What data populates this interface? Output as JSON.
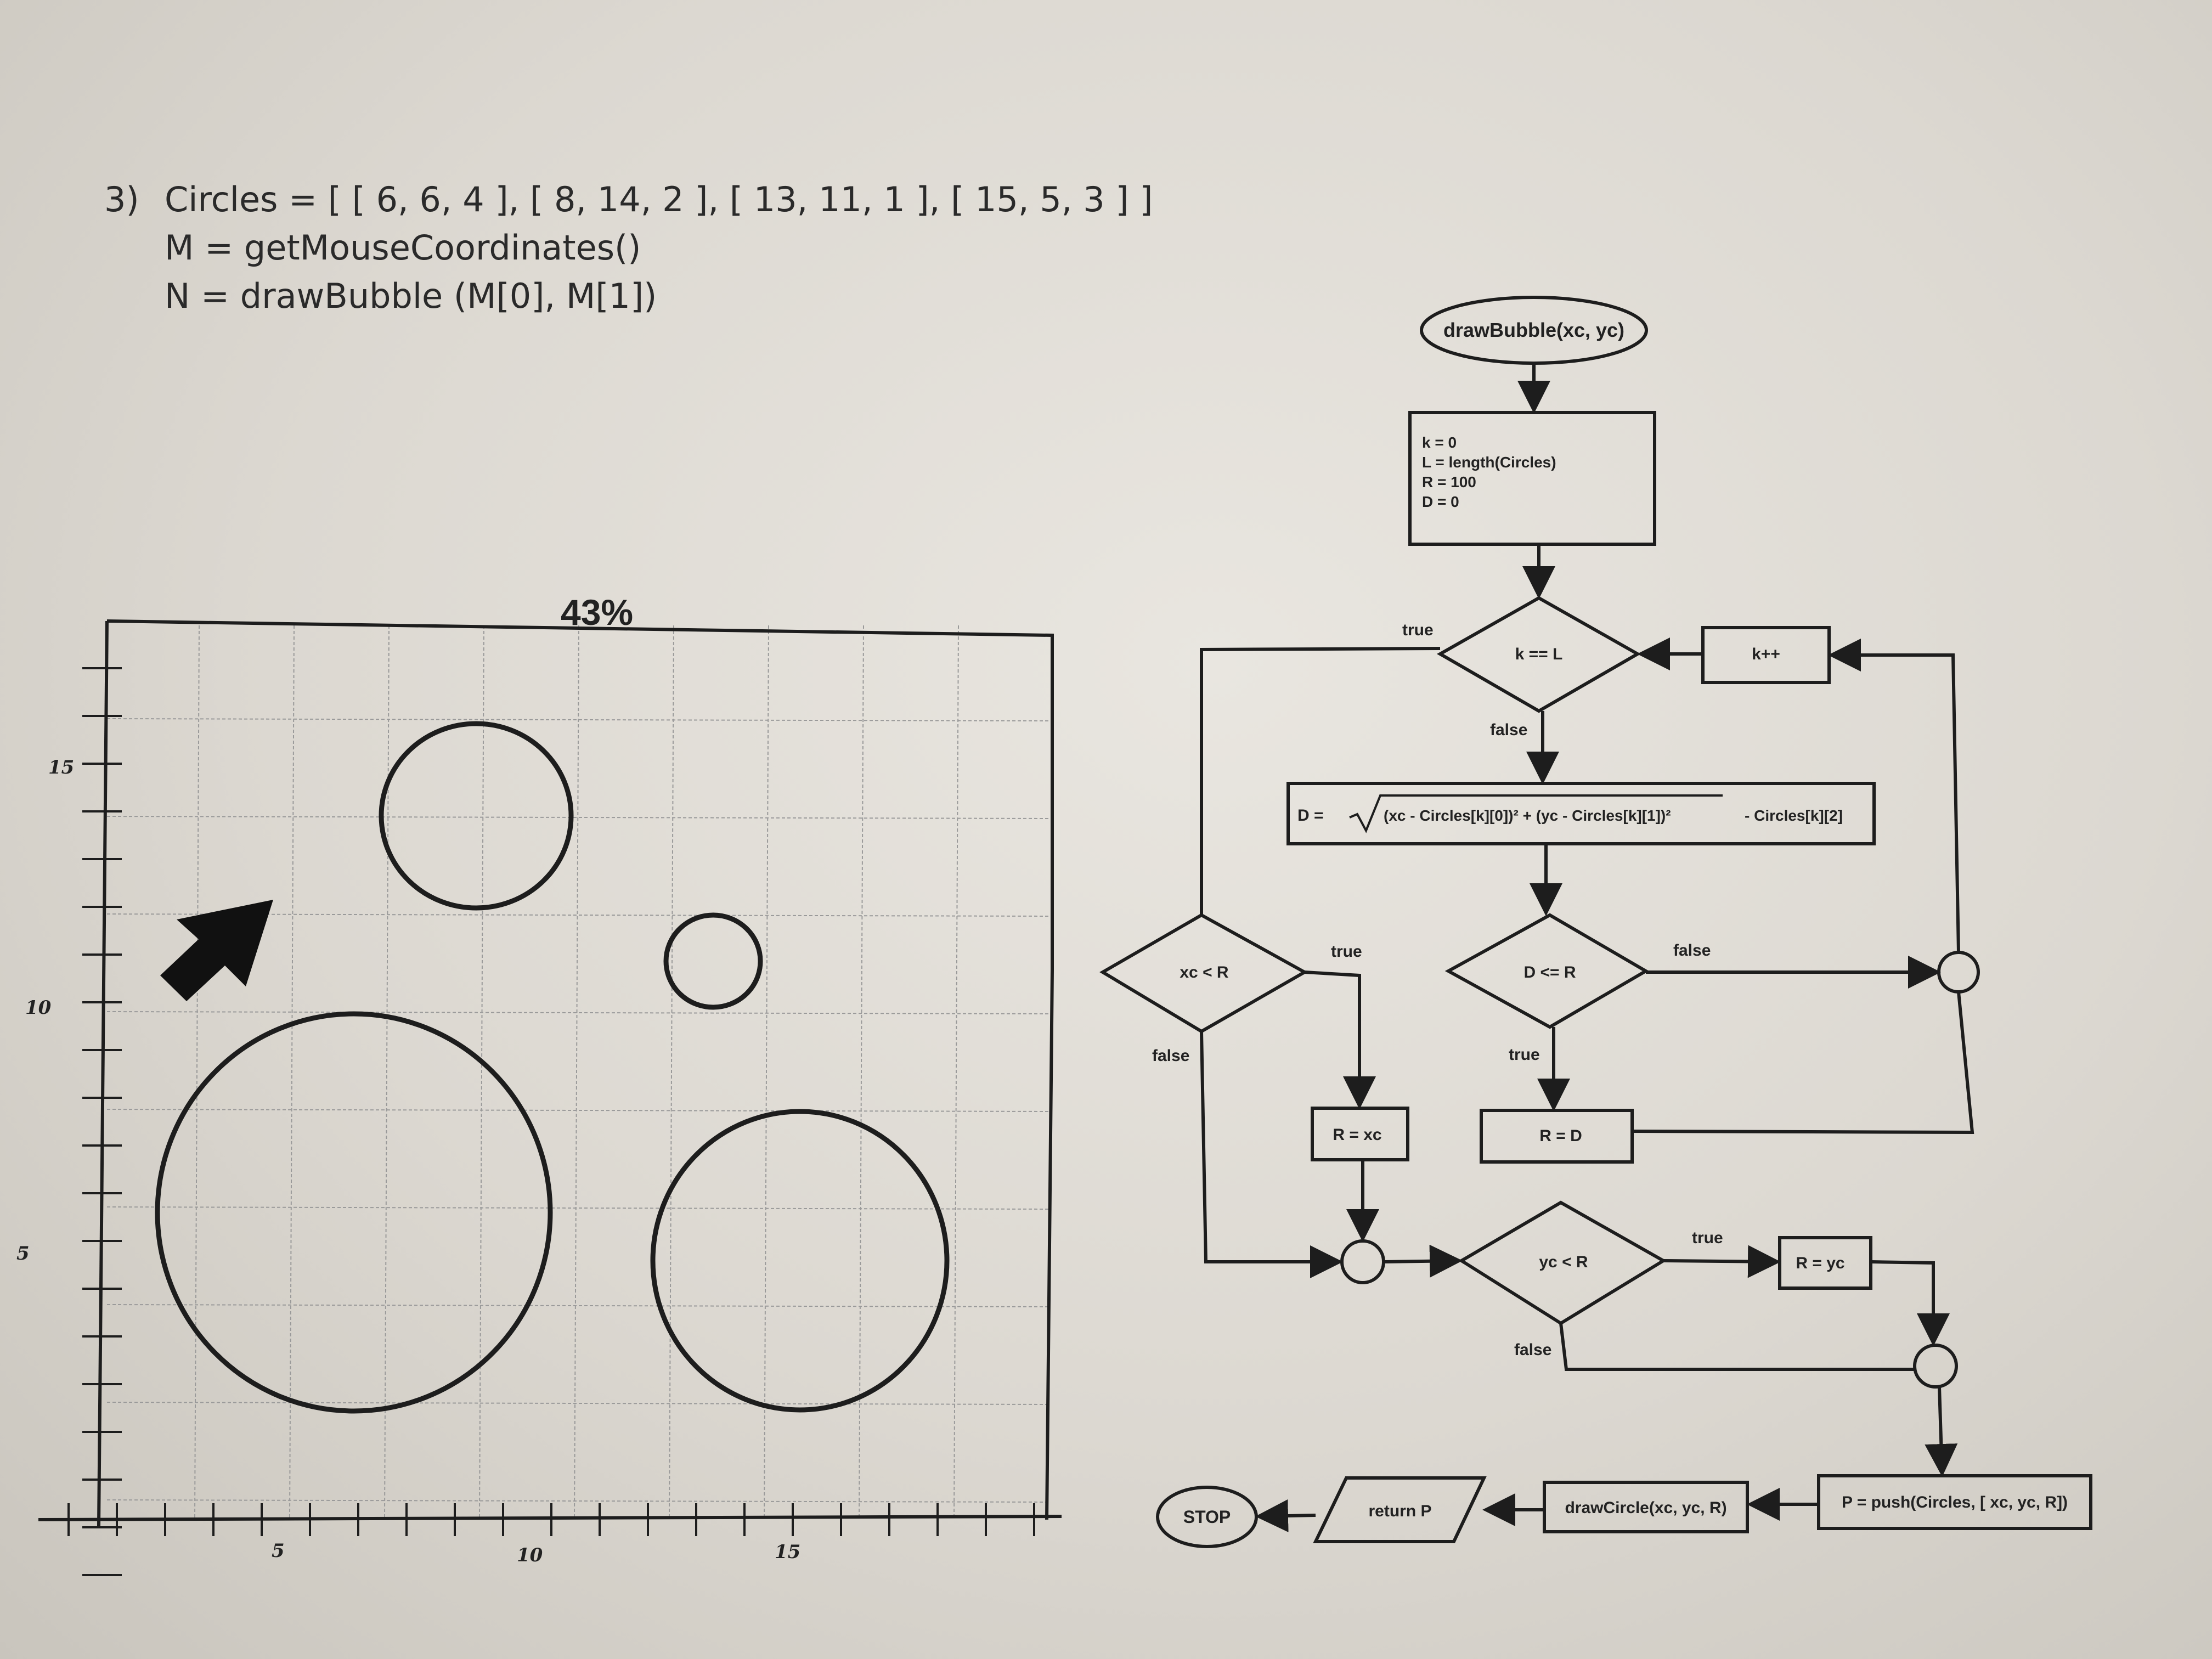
{
  "problem": {
    "number": "3)",
    "line1": "Circles = [ [ 6, 6, 4 ], [ 8, 14, 2 ], [ 13, 11, 1 ], [ 15, 5, 3 ] ]",
    "line2": "M = getMouseCoordinates()",
    "line3": "N = drawBubble (M[0], M[1])"
  },
  "plot": {
    "zoom_label": "43%",
    "y_ticks": [
      "15",
      "10",
      "5"
    ],
    "x_ticks": [
      "5",
      "10",
      "15"
    ]
  },
  "flowchart": {
    "start": "drawBubble(xc, yc)",
    "init": [
      "k = 0",
      "L = length(Circles)",
      "R = 100",
      "D = 0"
    ],
    "loop_check": "k == L",
    "increment": "k++",
    "distance_prefix": "D =",
    "distance_radicand": "(xc - Circles[k][0])² + (yc - Circles[k][1])²",
    "distance_suffix": "- Circles[k][2]",
    "compare_d": "D <= R",
    "assign_d": "R = D",
    "compare_xc": "xc < R",
    "assign_xc": "R = xc",
    "compare_yc": "yc < R",
    "assign_yc": "R = yc",
    "push": "P = push(Circles, [ xc, yc, R])",
    "draw": "drawCircle(xc, yc, R)",
    "return": "return P",
    "stop": "STOP",
    "true_label": "true",
    "false_label": "false"
  }
}
